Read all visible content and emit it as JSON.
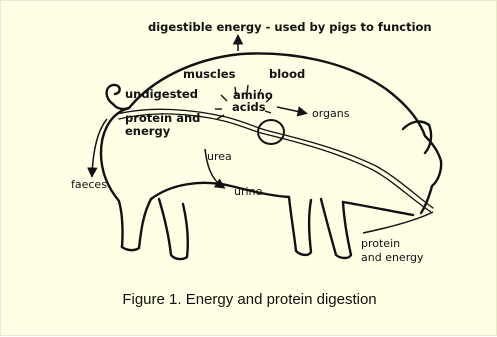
{
  "labels": {
    "digestible_energy": "digestible energy - used by pigs to function",
    "muscles": "muscles",
    "blood": "blood",
    "amino": "amino",
    "acids": "acids",
    "undigested": "undigested",
    "protein_and_energy_top": "protein and energy",
    "organs": "organs",
    "urea": "urea",
    "faeces": "faeces",
    "urine": "urine",
    "protein": "protein",
    "and_energy": "and energy"
  },
  "caption": "Figure 1.  Energy and protein digestion",
  "colors": {
    "background": "#ffffe6",
    "ink": "#111111"
  }
}
